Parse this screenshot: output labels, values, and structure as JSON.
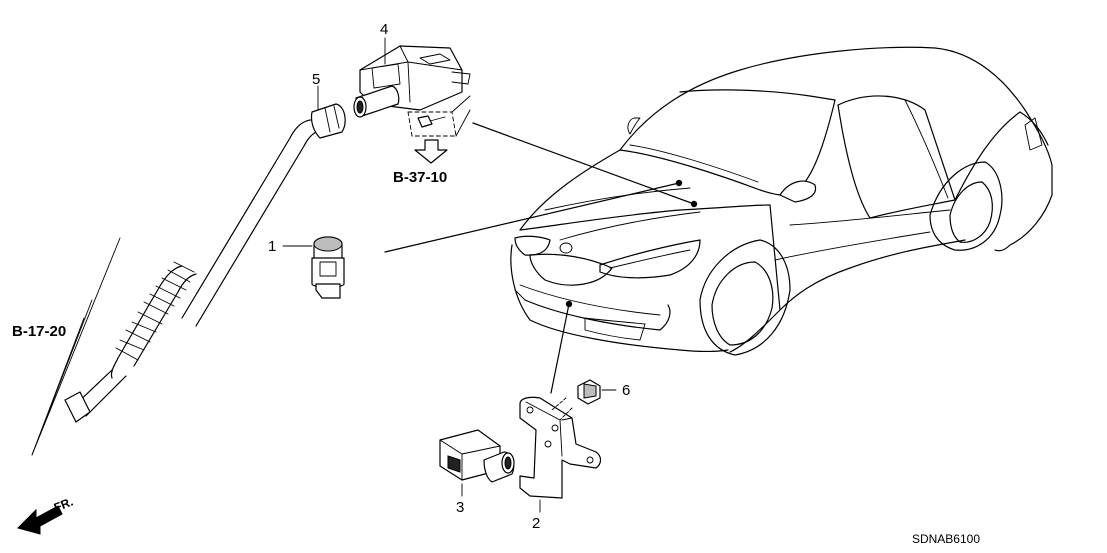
{
  "callouts": {
    "part1": "1",
    "part2": "2",
    "part3": "3",
    "part4": "4",
    "part5": "5",
    "part6": "6"
  },
  "references": {
    "top": "B-37-10",
    "left": "B-17-20"
  },
  "direction_label": "FR.",
  "drawing_code": "SDNAB6100"
}
